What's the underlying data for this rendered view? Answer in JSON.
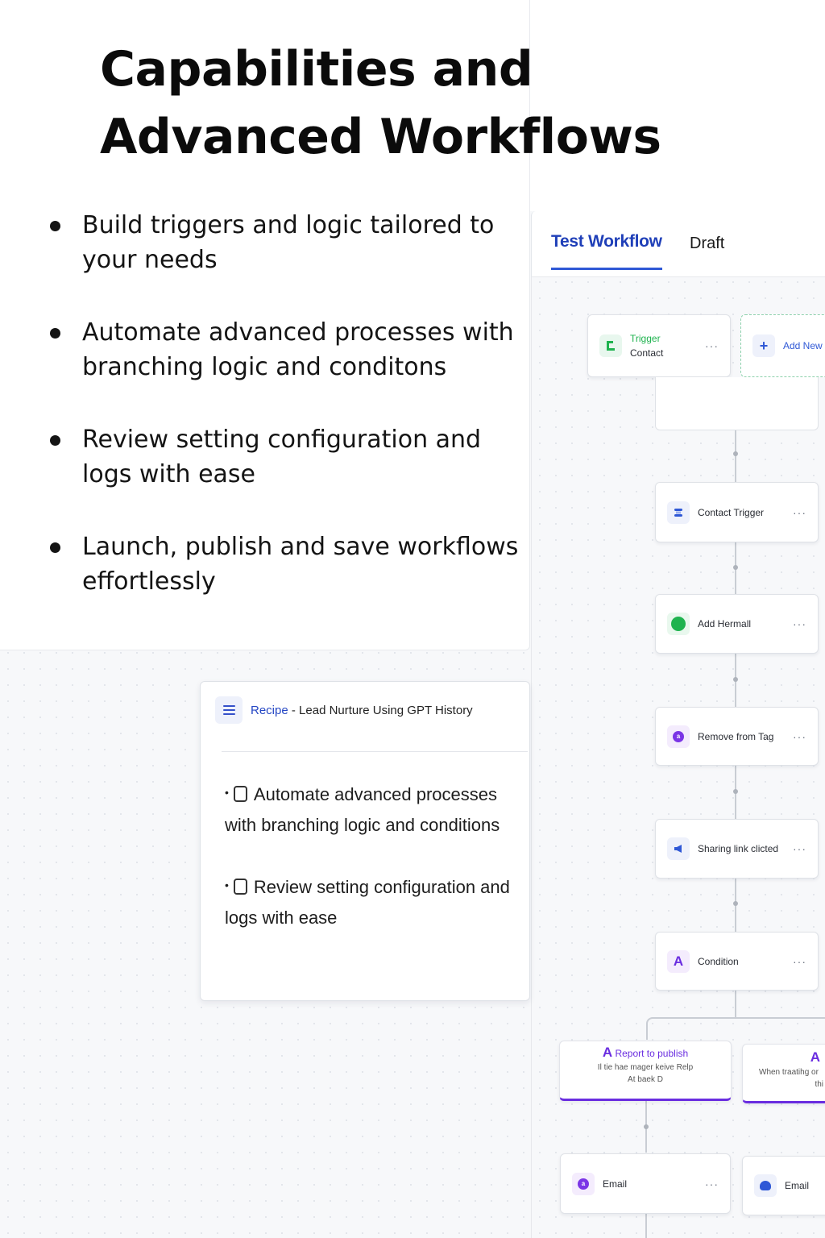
{
  "hero": {
    "title": "Capabilities and Advanced Workflows",
    "bullets": [
      "Build triggers and logic tailored to your needs",
      "Automate advanced processes with branching logic and conditons",
      "Review setting configuration and logs with ease",
      "Launch, publish and save workflows effortlessly"
    ]
  },
  "workflow": {
    "tab_active": "Test Workflow",
    "tab_status": "Draft",
    "trigger": {
      "title": "Trigger",
      "subtitle": "Contact",
      "more": "···"
    },
    "add_new": "Add New",
    "nodes": [
      {
        "label": "Contact Trigger",
        "icon": "contact-trigger-icon",
        "more": "···"
      },
      {
        "label": "Add Hermall",
        "icon": "green-circle-icon",
        "more": "···"
      },
      {
        "label": "Remove from Tag",
        "icon": "tag-icon",
        "more": "···"
      },
      {
        "label": "Sharing link clicted",
        "icon": "megaphone-icon",
        "more": "···"
      },
      {
        "label": "Condition",
        "icon": "condition-icon",
        "more": "···"
      }
    ],
    "branches": [
      {
        "title": "Report to publish",
        "line1": "Il tie hae mager keive Relp",
        "line2": "At baek D"
      },
      {
        "title": "",
        "line1": "When traatihg or",
        "line2": "thi"
      }
    ],
    "bottom_nodes": [
      {
        "label": "Email",
        "more": "···"
      },
      {
        "label": "Email"
      }
    ],
    "colors": {
      "accent": "#2f58d6",
      "purple": "#6a2de0",
      "green": "#1fb34f"
    }
  },
  "recipe": {
    "prefix": "Recipe",
    "separator": " - ",
    "title": "Lead Nurture Using GPT History",
    "items": [
      "Automate advanced processes with branching logic and conditions",
      "Review setting configuration and logs with ease"
    ],
    "bullet": "•"
  }
}
